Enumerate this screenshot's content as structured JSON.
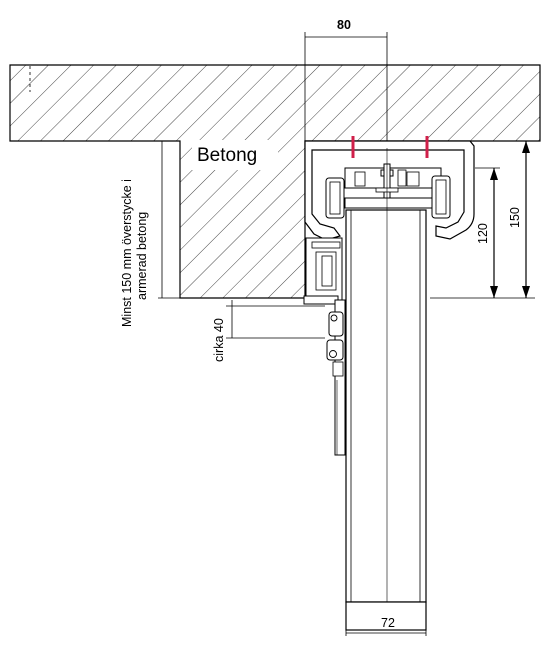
{
  "labels": {
    "material": "Betong",
    "overlap_note_line1": "Minst 150 mm överstycke i",
    "overlap_note_line2": "armerad betong",
    "gap_note": "cirka 40"
  },
  "dimensions": {
    "rail_width": "80",
    "panel_width": "72",
    "rail_height_inner": "120",
    "rail_height_outer": "150"
  },
  "colors": {
    "line": "#000000",
    "hatch": "#333333",
    "fastener": "#d0204a",
    "fill": "#ffffff"
  }
}
